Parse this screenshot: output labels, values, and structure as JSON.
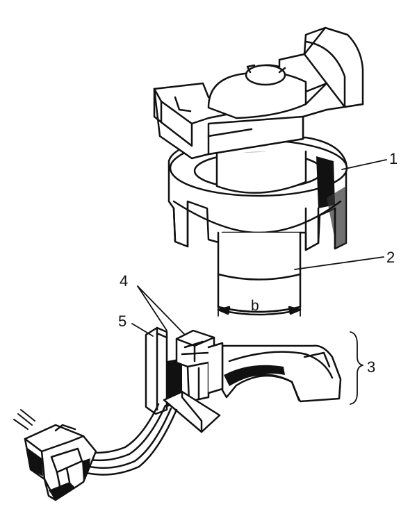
{
  "diagram": {
    "labels": {
      "one": "1",
      "two": "2",
      "three": "3",
      "four": "4",
      "five": "5",
      "dimension": "b"
    },
    "colors": {
      "ink": "#111111",
      "paper": "#ffffff",
      "shade": "#555555"
    }
  }
}
